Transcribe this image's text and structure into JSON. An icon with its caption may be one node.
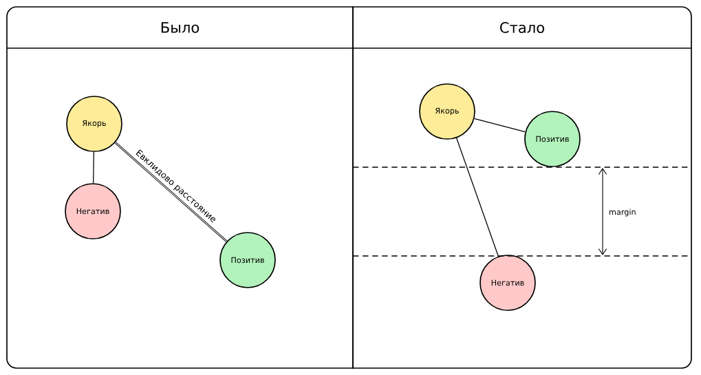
{
  "diagram": {
    "nodes": [
      {
        "text": [
          "Было"
        ]
      },
      {
        "text": [
          "Стало"
        ]
      },
      {
        "text": [
          "Якорь"
        ],
        "in": 0
      },
      {
        "text": [
          "Негатив"
        ],
        "in": 0
      },
      {
        "text": [
          "Позитив"
        ],
        "in": 0
      },
      {
        "text": [
          "Якорь"
        ],
        "in": 1
      },
      {
        "text": [
          "Позитив"
        ],
        "in": 1
      },
      {
        "text": [
          "Негатив"
        ],
        "in": 1
      }
    ],
    "edges": [
      {
        "from": 2,
        "to": 3,
        "arrow": "none"
      },
      {
        "from": 2,
        "to": 4,
        "arrow": "none",
        "label": "Евклидово расстояние",
        "style": "thick"
      },
      {
        "from": 5,
        "to": 6,
        "arrow": "none"
      },
      {
        "from": 5,
        "to": 7,
        "arrow": "none"
      }
    ],
    "labels": [
      "margin"
    ]
  }
}
